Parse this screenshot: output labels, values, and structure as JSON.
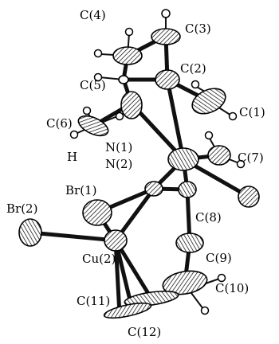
{
  "figure": {
    "atom_labels": {
      "c1": "C(1)",
      "c2": "C(2)",
      "c3": "C(3)",
      "c4": "C(4)",
      "c5": "C(5)",
      "c6": "C(6)",
      "c7": "C(7)",
      "c8": "C(8)",
      "c9": "C(9)",
      "c10": "C(10)",
      "c11": "C(11)",
      "c12": "C(12)",
      "n1": "N(1)",
      "n2": "N(2)",
      "h": "H",
      "br1": "Br(1)",
      "br2": "Br(2)",
      "cu2": "Cu(2)"
    }
  }
}
